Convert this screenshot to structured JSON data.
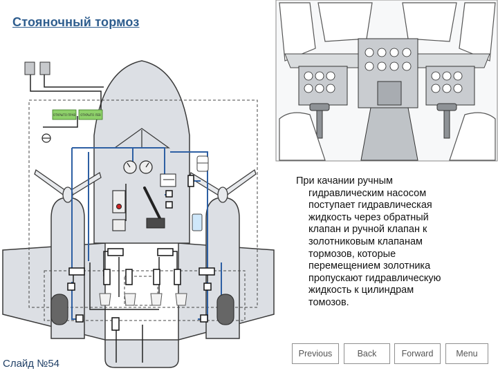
{
  "slide": {
    "title": "Стояночный тормоз",
    "number_label": "Слайд №54"
  },
  "description_lines": [
    "При качании ручным",
    "гидравлическим насосом",
    "поступает гидравлическая",
    "жидкость через обратный",
    "клапан и ручной клапан к",
    "золотниковым клапанам",
    "тормозов, которые",
    "перемещением золотника",
    "пропускают гидравлическую",
    "жидкость к цилиндрам",
    "томозов."
  ],
  "nav": {
    "previous": "Previous",
    "back": "Back",
    "forward": "Forward",
    "menu": "Menu"
  },
  "diagram": {
    "indicator_1": "ОТКРЫТО ПРАВ",
    "indicator_2": "ОТКРЫТО ЛЕВ"
  },
  "colors": {
    "title": "#2e5d8e",
    "hydraulic_line": "#2d5fa3",
    "aircraft_fill": "#dcdfe4",
    "aircraft_outline": "#3a3a3a",
    "indicator": "#8ed16a"
  }
}
